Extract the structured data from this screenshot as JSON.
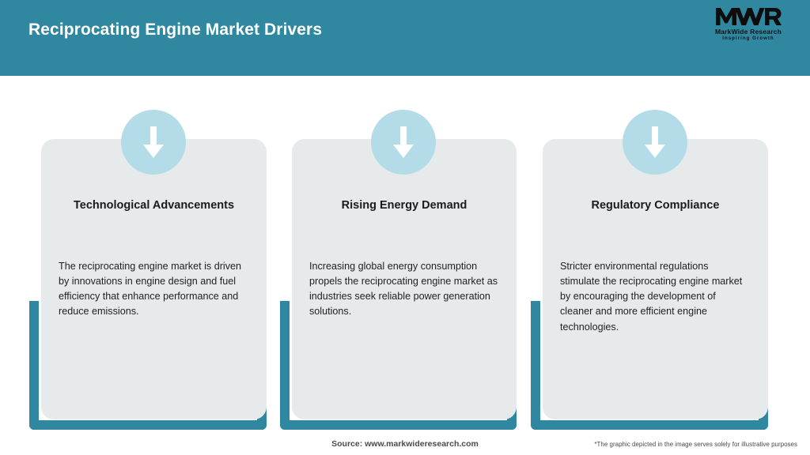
{
  "header": {
    "title": "Reciprocating Engine Market Drivers",
    "background_color": "#2f88a0",
    "title_color": "#ffffff"
  },
  "logo": {
    "mark": "MWR",
    "name": "MarkWide Research",
    "tagline": "Inspiring Growth"
  },
  "theme": {
    "accent_teal": "#2f88a0",
    "icon_circle_blue": "#b3dce8",
    "card_background": "#e6eaeb",
    "page_background": "#ffffff",
    "text_dark": "#1f1f1f"
  },
  "cards": [
    {
      "icon": "down-arrow-icon",
      "title": "Technological Advancements",
      "body": "The reciprocating engine market is driven by innovations in engine design and fuel efficiency that enhance performance and reduce emissions."
    },
    {
      "icon": "down-arrow-icon",
      "title": "Rising Energy Demand",
      "body": "Increasing global energy consumption propels the reciprocating engine market as industries seek reliable power generation solutions."
    },
    {
      "icon": "down-arrow-icon",
      "title": "Regulatory Compliance",
      "body": "Stricter environmental regulations stimulate the reciprocating engine market by encouraging the development of cleaner and more efficient engine technologies."
    }
  ],
  "footer": {
    "source": "Source: www.markwideresearch.com",
    "disclaimer": "*The graphic depicted in the image serves solely for illustrative purposes"
  }
}
